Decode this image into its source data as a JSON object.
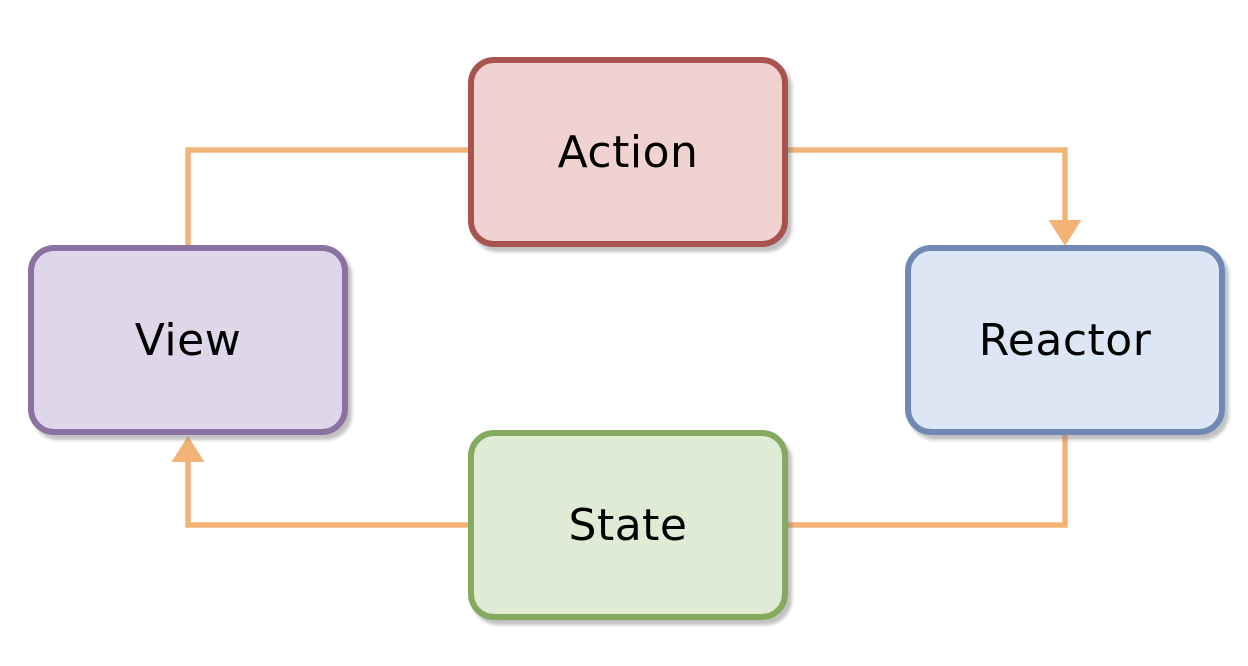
{
  "diagram": {
    "type": "flow-cycle",
    "background": "#ffffff",
    "connector_color": "#f3b376",
    "text_color": "#000000",
    "nodes": [
      {
        "id": "action",
        "label": "Action",
        "fill": "#f0d2d0",
        "border": "#a9534e",
        "position": "top-center"
      },
      {
        "id": "reactor",
        "label": "Reactor",
        "fill": "#dce6f5",
        "border": "#7089b4",
        "position": "right"
      },
      {
        "id": "view",
        "label": "View",
        "fill": "#ded6e9",
        "border": "#8d72a1",
        "position": "left"
      },
      {
        "id": "state",
        "label": "State",
        "fill": "#dfebd5",
        "border": "#83aa5e",
        "position": "bottom-center"
      }
    ],
    "edges": [
      {
        "from": "view",
        "to": "action",
        "arrowhead": false,
        "route": "up-then-right"
      },
      {
        "from": "action",
        "to": "reactor",
        "arrowhead": true,
        "route": "right-then-down"
      },
      {
        "from": "reactor",
        "to": "state",
        "arrowhead": false,
        "route": "down-then-left"
      },
      {
        "from": "state",
        "to": "view",
        "arrowhead": true,
        "route": "left-then-up"
      }
    ]
  }
}
